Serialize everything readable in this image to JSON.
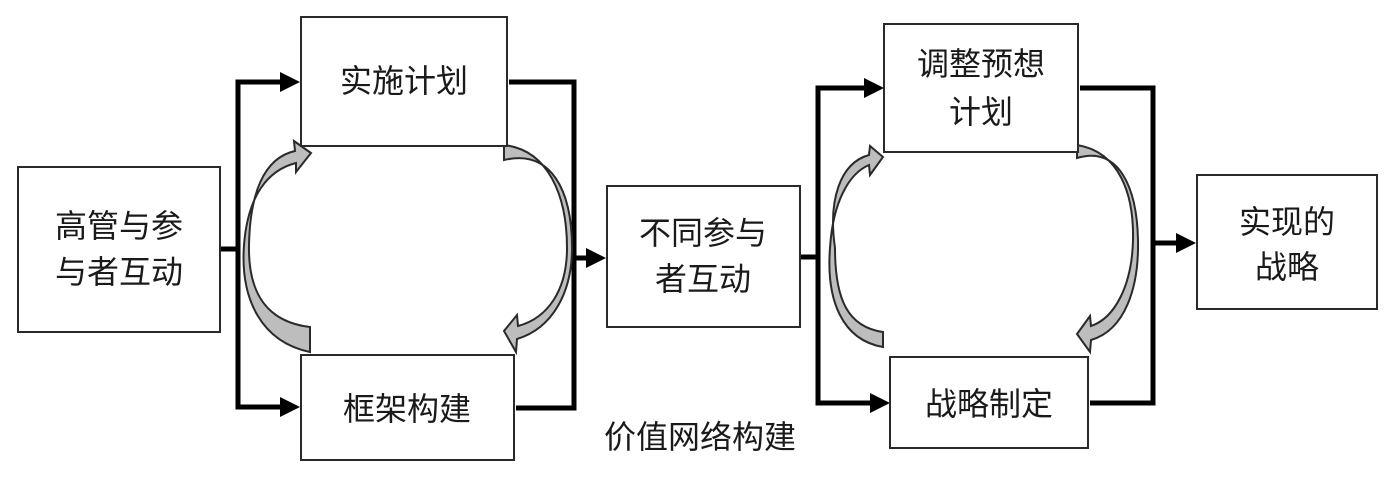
{
  "diagram": {
    "type": "flow",
    "nodes": [
      {
        "id": "n1",
        "lines": [
          "高管与参",
          "与者互动"
        ]
      },
      {
        "id": "n2",
        "lines": [
          "实施计划"
        ]
      },
      {
        "id": "n3",
        "lines": [
          "框架构建"
        ]
      },
      {
        "id": "n4",
        "lines": [
          "不同参与",
          "者互动"
        ]
      },
      {
        "id": "n5",
        "lines": [
          "调整预想",
          "计划"
        ]
      },
      {
        "id": "n6",
        "lines": [
          "战略制定"
        ]
      },
      {
        "id": "n7",
        "lines": [
          "实现的",
          "战略"
        ]
      }
    ],
    "edges": [
      {
        "from": "n1",
        "to": "n2"
      },
      {
        "from": "n1",
        "to": "n3"
      },
      {
        "from": "n2",
        "to": "n4"
      },
      {
        "from": "n3",
        "to": "n4"
      },
      {
        "from": "n4",
        "to": "n5"
      },
      {
        "from": "n4",
        "to": "n6"
      },
      {
        "from": "n5",
        "to": "n7"
      },
      {
        "from": "n6",
        "to": "n7"
      }
    ],
    "cycles": [
      {
        "between": [
          "n2",
          "n3"
        ],
        "direction": "n3→n2 (left), n2→n3 (right)"
      },
      {
        "between": [
          "n5",
          "n6"
        ],
        "direction": "n6→n5 (left), n5→n6 (right)"
      }
    ],
    "caption": "价值网络构建",
    "colors": {
      "connector": "#000000",
      "box_border": "#2a2a2a",
      "cycle_arrow_fill": "#bdbdbd"
    }
  }
}
